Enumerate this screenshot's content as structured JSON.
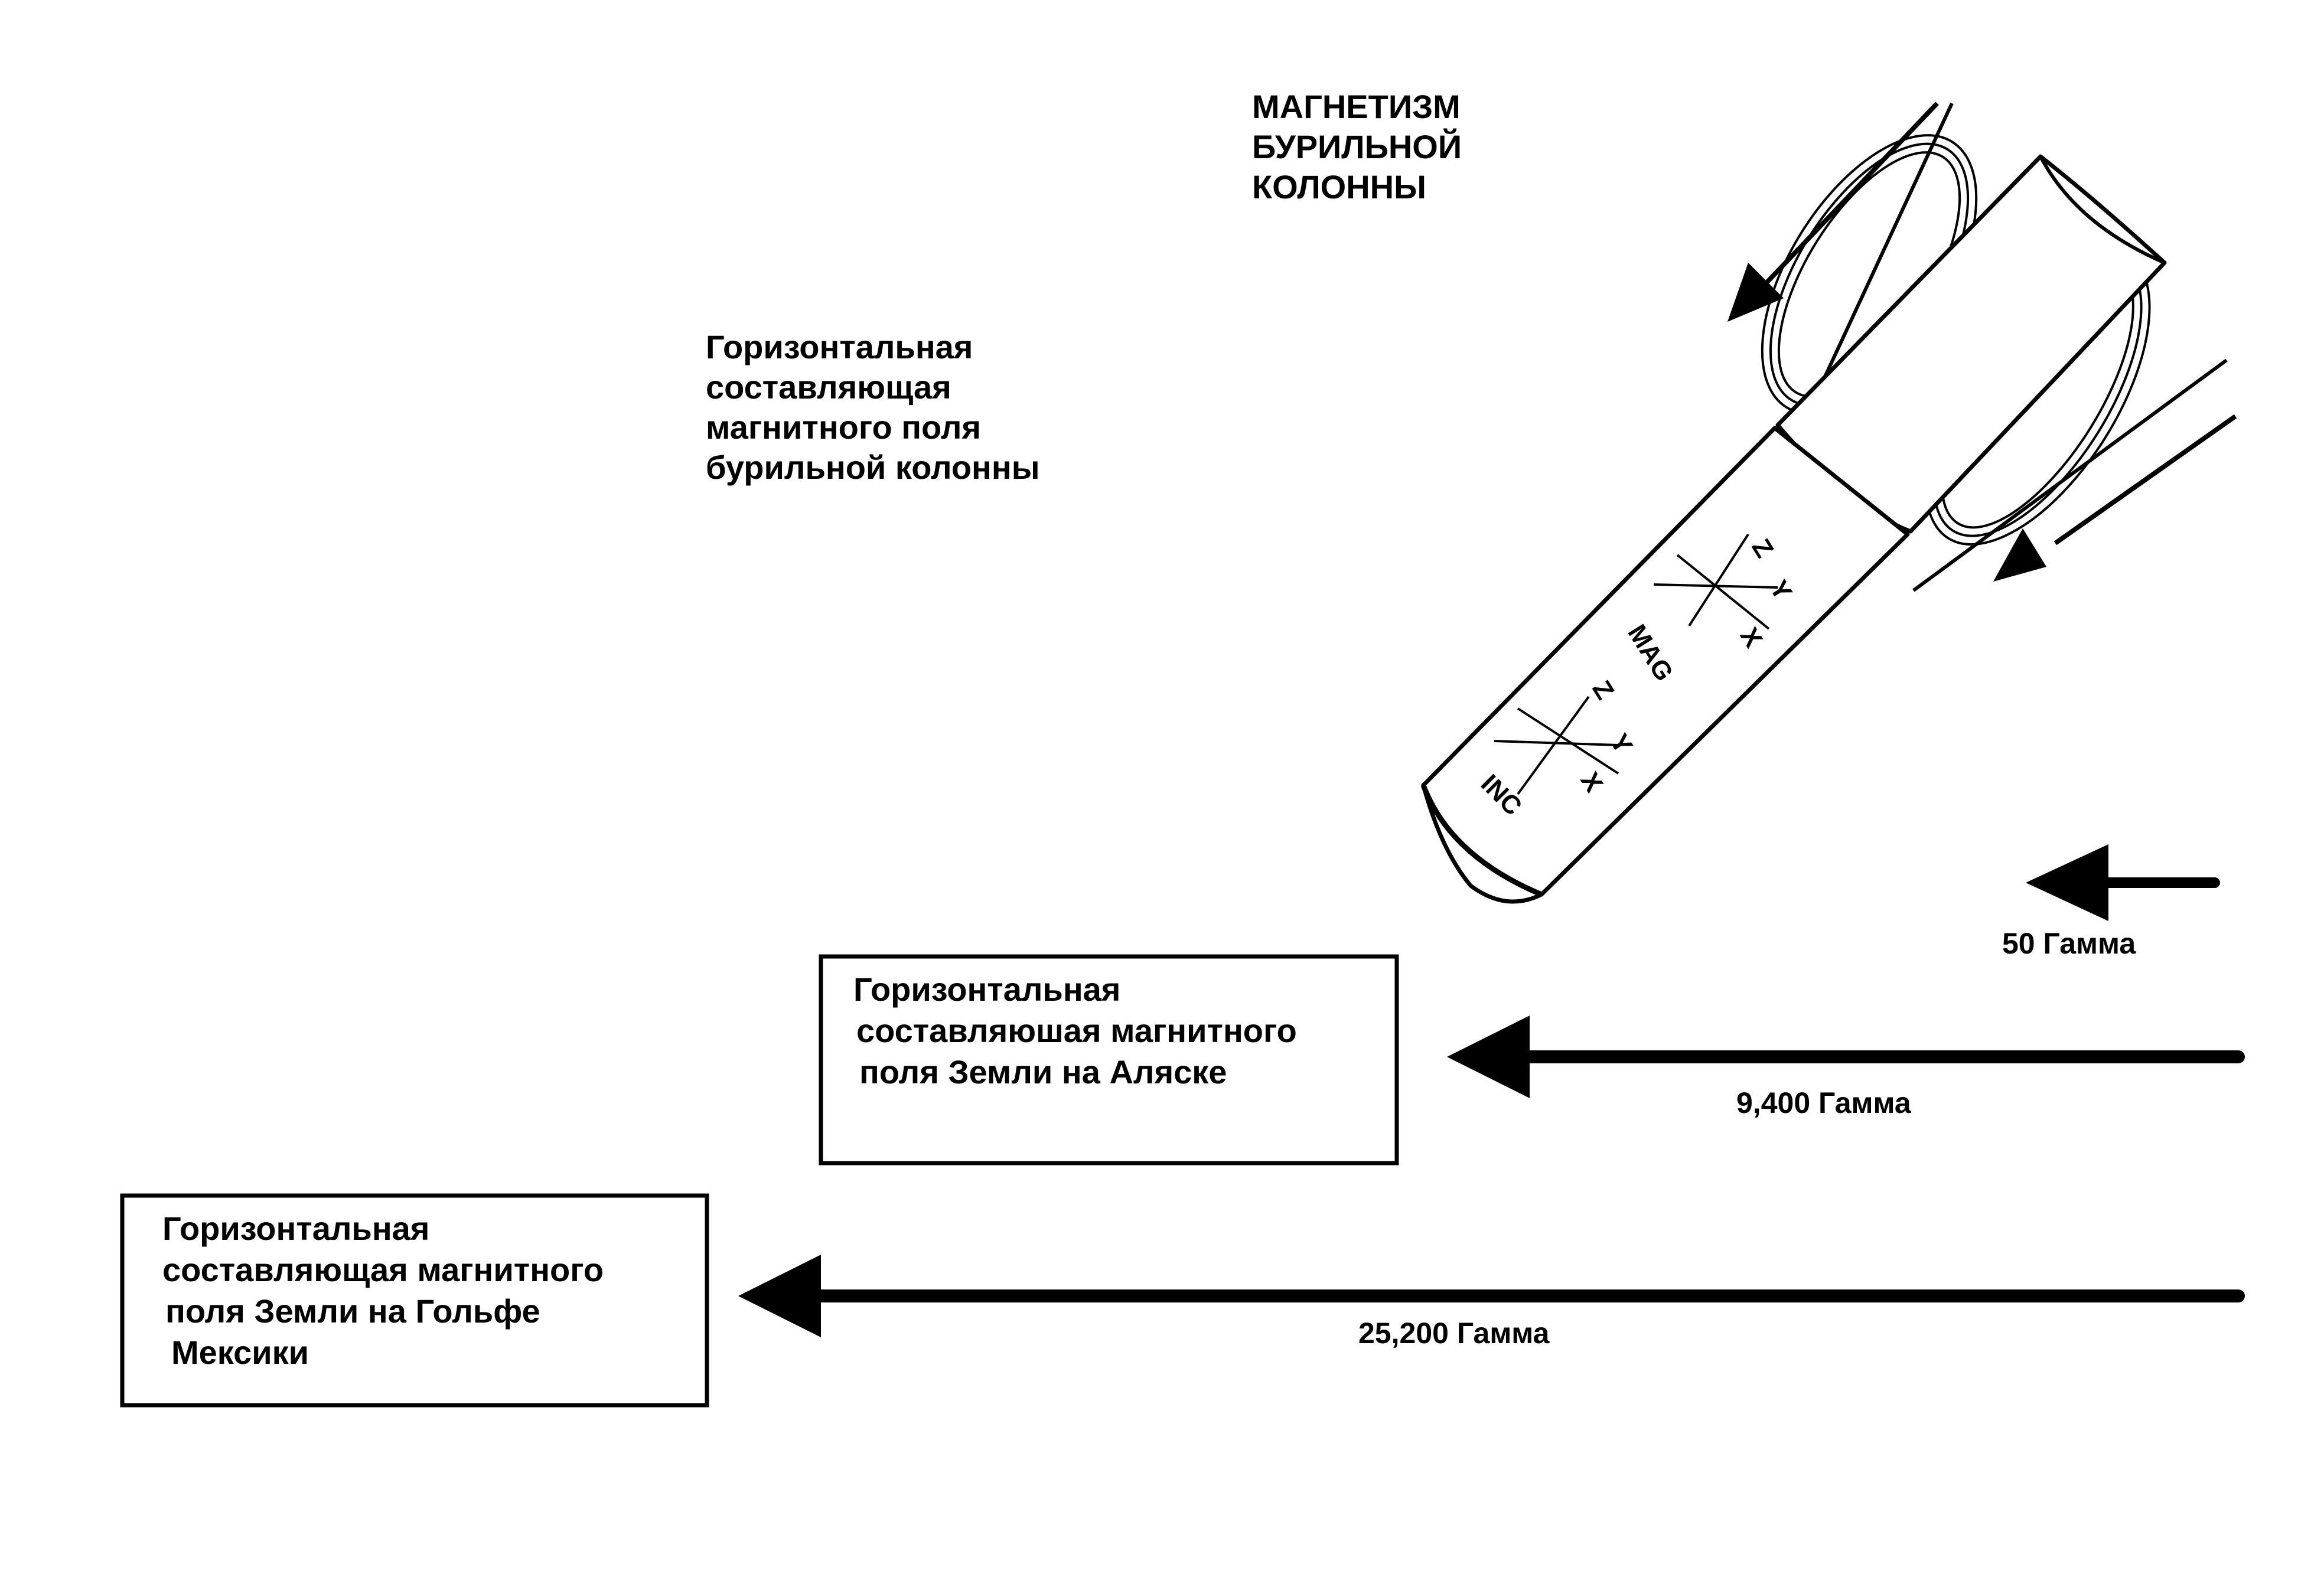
{
  "title": [
    "МАГНЕТИЗМ",
    "БУРИЛЬНОЙ",
    "КОЛОННЫ"
  ],
  "drillstring_label": [
    "Горизонтальная",
    "составляющая",
    "магнитного поля",
    "бурильной колонны"
  ],
  "alaska_box": [
    "Горизонтальная",
    "составляюшая магнитного",
    "поля Земли на Аляске"
  ],
  "gulf_box": [
    "Горизонтальная",
    "составляющая магнитного",
    "поля  Земли на Гольфе",
    "Мексики"
  ],
  "vectors": [
    {
      "label": "50 Гамма",
      "value_gamma": 50
    },
    {
      "label": "9,400 Гамма",
      "value_gamma": 9400
    },
    {
      "label": "25,200 Гамма",
      "value_gamma": 25200
    }
  ],
  "sensors": {
    "mag": {
      "name": "MAG",
      "z": "Z",
      "y": "Y",
      "x": "X"
    },
    "inc": {
      "name": "INC",
      "z": "Z",
      "y": "Y",
      "x": "X"
    }
  },
  "colors": {
    "ink": "#000000",
    "paper": "#ffffff"
  }
}
